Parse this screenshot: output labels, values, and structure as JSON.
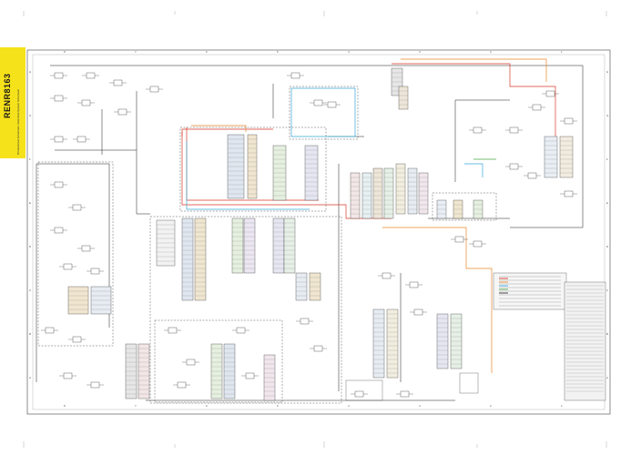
{
  "document": {
    "code": "RENR8163",
    "subtitle": "D6 Electrical Schematic / Electrical System Schematic"
  },
  "colors": {
    "tab": "#f5e21a",
    "wire": "#1a1a1a",
    "red_wire": "#d83a2a",
    "orange_wire": "#e8882a",
    "cyan_wire": "#3aa8d8",
    "green_wire": "#4aa84a",
    "panel_fill": "#e8eef4"
  },
  "grid": {
    "columns": [
      "8",
      "7",
      "6",
      "5",
      "4",
      "3",
      "2",
      "1"
    ],
    "rows": [
      "H",
      "G",
      "F",
      "E",
      "D",
      "C",
      "B",
      "A"
    ]
  }
}
